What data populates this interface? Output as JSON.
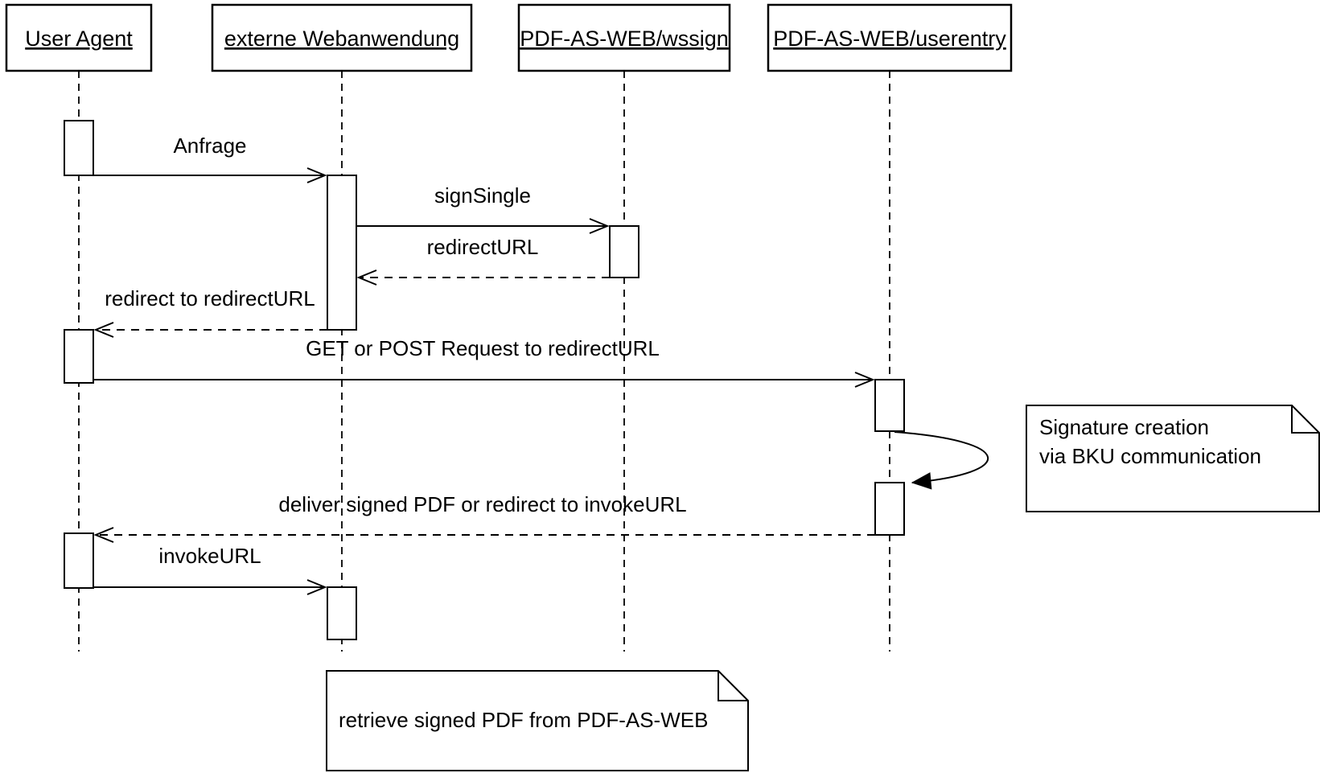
{
  "diagram": {
    "type": "uml-sequence-diagram",
    "actors": [
      {
        "name": "User Agent"
      },
      {
        "name": "externe Webanwendung"
      },
      {
        "name": "PDF-AS-WEB/wssign"
      },
      {
        "name": "PDF-AS-WEB/userentry"
      }
    ],
    "messages": [
      {
        "label": "Anfrage",
        "from": "User Agent",
        "to": "externe Webanwendung",
        "line": "solid"
      },
      {
        "label": "signSingle",
        "from": "externe Webanwendung",
        "to": "PDF-AS-WEB/wssign",
        "line": "solid"
      },
      {
        "label": "redirectURL",
        "from": "PDF-AS-WEB/wssign",
        "to": "externe Webanwendung",
        "line": "dashed"
      },
      {
        "label": "redirect to redirectURL",
        "from": "externe Webanwendung",
        "to": "User Agent",
        "line": "dashed"
      },
      {
        "label": "GET or POST Request to redirectURL",
        "from": "User Agent",
        "to": "PDF-AS-WEB/userentry",
        "line": "solid"
      },
      {
        "label": "deliver signed PDF or redirect to invokeURL",
        "from": "PDF-AS-WEB/userentry",
        "to": "User Agent",
        "line": "dashed"
      },
      {
        "label": "invokeURL",
        "from": "User Agent",
        "to": "externe Webanwendung",
        "line": "solid"
      }
    ],
    "self_message": {
      "actor": "PDF-AS-WEB/userentry",
      "line": "solid",
      "arrowhead": "filled"
    },
    "notes": [
      {
        "lines": [
          "Signature creation",
          "via BKU communication"
        ]
      },
      {
        "lines": [
          "retrieve signed PDF from PDF-AS-WEB"
        ]
      }
    ],
    "colors": {
      "stroke": "#000000",
      "background": "#ffffff",
      "text": "#000000"
    }
  }
}
